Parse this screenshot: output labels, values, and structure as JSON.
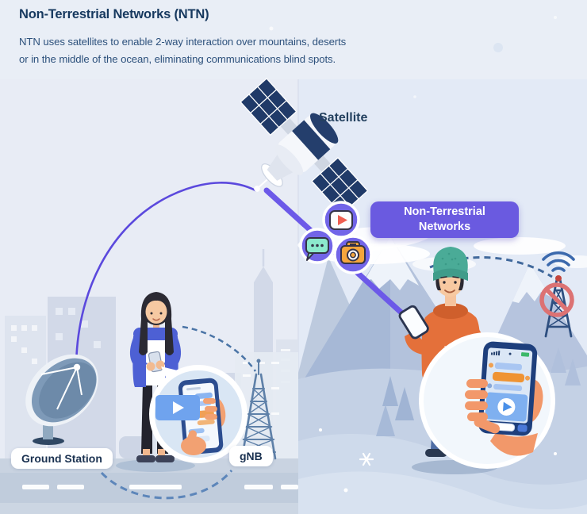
{
  "header": {
    "title": "Non-Terrestrial Networks (NTN)",
    "subtitle_line1": "NTN uses satellites to enable 2-way interaction over mountains, deserts",
    "subtitle_line2": "or in the middle of the ocean, eliminating communications blind spots."
  },
  "scene": {
    "satellite_label": "Satellite",
    "badge": {
      "line1": "Non-Terrestrial",
      "line2": "Networks"
    },
    "ground_station_label": "Ground Station",
    "gnb_label": "gNB",
    "media_icons": [
      "play-icon",
      "chat-icon",
      "camera-icon"
    ],
    "right_icons": [
      "wifi-icon",
      "no-signal-icon"
    ]
  },
  "colors": {
    "accent_purple": "#6a5ae0",
    "icon_circle_purple": "#7265e8",
    "line_purple": "#6c59e8",
    "arc_purple": "#5b49dd",
    "dashed_blue": "#47719f",
    "prohibition_red": "#dc7273",
    "mint": "#8ce9cd",
    "camera_orange": "#f5a63c",
    "play_red": "#ef5f52",
    "title_navy": "#17395f"
  }
}
